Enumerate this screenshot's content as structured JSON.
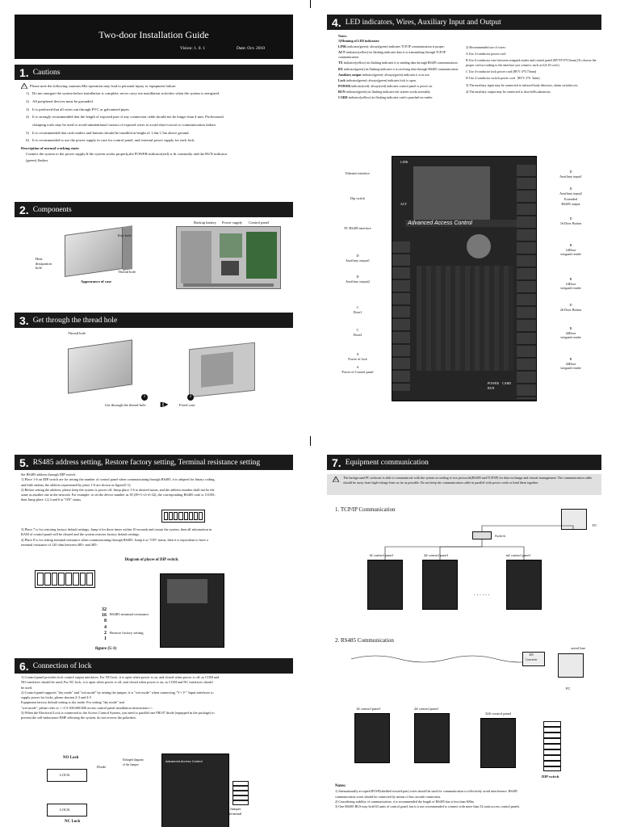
{
  "title_block": {
    "title": "Two-door Installation Guide",
    "version": "Vision: 1. 0. 1",
    "date": "Date: Oct. 2010"
  },
  "s1": {
    "num": "1.",
    "heading": "Cautions",
    "intro": "Please note the following cautions.Mis-operation may lead to personal injury or equipment failure:",
    "items": [
      {
        "n": "1)",
        "t": "Do not energize the system before installation is complete; never carry out installation activities when the system is energized."
      },
      {
        "n": "2)",
        "t": "All peripheral devices must be grounded."
      },
      {
        "n": "3)",
        "t": "It is preferred that all wires run through PVC or galvanized pipes."
      },
      {
        "n": "4)",
        "t": "It is strongly recommended that the length of exposed part of any connection cable should not be longer than 4 mm. Professional"
      },
      {
        "n": "",
        "t": "clamping tools may be used to avoid unintentional contact of exposed wires to avoid short-circuit or communication failure."
      },
      {
        "n": "5)",
        "t": "It is recommended that card readers and buttons should be installed at height of 1.4m-1.5m above ground."
      },
      {
        "n": "6)",
        "t": "It is recommended to use the power supply in case for control panel, and external power supply for each lock."
      }
    ],
    "desc_title": "Description of normal working state:",
    "desc_1": "Connect the system to the power supply.If the system works properly,the POWER indicator(red) is lit constantly and the RUN indicator",
    "desc_2": "(green) flashes."
  },
  "s2": {
    "num": "2.",
    "heading": "Components",
    "key_hole": "Key hole",
    "heat_hole": "Heat\ndissipation\nhole",
    "thread_hole": "Thread hole",
    "appearance": "Appearance of case",
    "backup_battery": "Backup battery",
    "power_supply": "Power supply",
    "control_panel": "Control panel"
  },
  "s3": {
    "num": "3.",
    "heading": "Get through the thread hole",
    "thread_hole": "Thread hole",
    "step1": "Get through the thread hole",
    "step2": "Fixed case",
    "n1": "1",
    "n2": "2"
  },
  "s4": {
    "num": "4.",
    "heading": "LED indicators, Wires, Auxiliary Input and Output",
    "notes": "Notes:",
    "left": [
      {
        "h": "1)Meaning of LED indicators:",
        "t": ""
      },
      {
        "h": "LINK",
        "t": " indicator(green): always(green) indicates TCP/IP communication is proper;"
      },
      {
        "h": "ACT",
        "t": " indicator(yellow):its flashing indicates data is is transmitting through TCP/IP communication."
      },
      {
        "h": "TX",
        "t": " indicator(yellow):its flashing indicates it is sending data through RS485 communication."
      },
      {
        "h": "RX",
        "t": " indicator(green):its flashing indicates it is receiving data through RS485 communication."
      },
      {
        "h": "Auxiliary output",
        "t": " indicator(green): always(green) indicates it is in use."
      },
      {
        "h": "Lock",
        "t": " indicator(green): always(green) indicates lock is open."
      },
      {
        "h": "POWER",
        "t": " indicator(red): always(red) indicates control panel is power on."
      },
      {
        "h": "RUN",
        "t": " indicator(green):its flashing indicates the system works normally."
      },
      {
        "h": "CARD",
        "t": " indicator(yellow):its flashing indicates card is punched on reader."
      }
    ],
    "right": [
      "2) Recommended use of wires:",
      "A Use 2-conductor power cord",
      "B Use 6-conductor wire between wiegand reader and control panel (RVVP 6*0.5mm) (To choose the proper cord according to the interface you connect, such as 6,8,10 cord.)",
      "C Use 4-conductor lock power cord (RVV 4*0.75mm)",
      "D Use 2-conductor switch power cord（RVV 2*0. 5mm)",
      "3) The auxiliary input may be connected to infrared body detectors, alarm switches,etc.",
      "4) The auxiliary output may be connected to door bells,alarms,etc."
    ],
    "board_brand": "Advanced Access Control",
    "link": "LINK",
    "act": "ACT",
    "power": "POWER",
    "run": "RUN",
    "card": "CARD",
    "left_labels": [
      "Ethernet interface",
      "Dip switch",
      "PC RS485 interface",
      "D\nAuxiliary output1",
      "D\nAuxiliary output2",
      "C\nDoor1",
      "C\nDoor2",
      "A\nPower of lock",
      "A\nPower of Control panel"
    ],
    "right_labels": [
      "D\nAuxiliary input1",
      "D\nAuxiliary input2",
      "Extended\nRS485 output",
      "D\n1# Door Button",
      "B\n1#Door\nwiegand reader",
      "B\n1#Door\nwiegand reader",
      "D\n2# Door Button",
      "B\n2#Door\nwiegand reader",
      "B\n2#Door\nwiegand reader"
    ]
  },
  "s5": {
    "num": "5.",
    "heading": "RS485 address setting, Restore factory setting, Terminal resistance setting",
    "lines": [
      "Set RS485 address through DIP switch:",
      "1) Place 1-6 on DIP switch are for setting the number of control panel when communicating through RS485, it is adopted for binary coding,",
      "and little endian, the address represented by place 1-6 are shown as figure(5-1).",
      "2) Before setting the address, please keep the system is power off, Jump place 1-6 to desired status, and the address number shall not be the",
      "same as another one in the network. For example: to set the device number as 39 (39=1+2+4+32), the corresponding RS485 code is 111001,",
      "then Jump place 1,2,3 and 6 at \"ON\" status."
    ],
    "lines2": [
      "3) Place 7 is for restoring factory default settings, Jump it for three times within 10 seconds and restart the system, then all information in",
      "RAM of control panel will be cleared and the system restores factory default settings.",
      "4) Place 8 is for setting terminal resistance when communicating through RS485. Jump it at \"ON\" status, then it is equivalent to have a",
      "terminal resistance of 120 ohm between 485+ and 485-."
    ],
    "diagram_title": "Diagram of places of DIP switch.",
    "weights": [
      "32",
      "16",
      "8",
      "4",
      "2",
      "1"
    ],
    "rs485_term": "RS485 terminal resistance",
    "restore": "Restore factory setting",
    "figure": "figure (5-1)"
  },
  "s6": {
    "num": "6.",
    "heading": "Connection of lock",
    "lines": [
      "1) Control panel provides lock control output interfaces. For NO lock ,it is open when power is on, and closed when power is off, as COM and",
      "NO interfaces should be used; For NC lock, it is open when power is off, and closed when power is on, as COM and NC interfaces should",
      "be used.",
      "2) Control panel supports \"dry mode\" and \"wet mode\" by setting the jumper, it is \"wet mode\" when connecting \"V+ V-\" Input interfaces to",
      "supply power for locks, please shorten 2-3 and 4-5",
      "Equipment factory default setting is dry mode. For setting \"dry mode\" and",
      "\"wet mode\",  please refer to <<C3-100/200/400 access control panel installation instructions>>.",
      "3) When the Electrical Lock is connected to the Access Control System, you need to parallel one FR107 diode (equipped in the package) to",
      "prevent the self-inductance EMF affecting the system, do not reverse the polarities."
    ],
    "no_lock": "NO Lock",
    "lock": "LOCK",
    "lock2": "LOCK",
    "nc_lock": "NC Lock",
    "diode": "Diode",
    "enlarged": "Enlarged diagram\nof the Jumper",
    "jumper": "Jumper\nterminal",
    "board_brand": "Advanced Access Control"
  },
  "s7": {
    "num": "7.",
    "heading": "Equipment communication",
    "warning": "The background PC software is able to communicate with the system according to two protocols(RS485 and TCP/IP) for data exchange and remote management. The communication cable should be away from high-voltage lines as far as possible. Do not keep the communication cable in parallel with power cords or bind them together.",
    "tcp_title": "1. TCP/IP Communication",
    "pc": "PC",
    "switch": "Switch",
    "panel1": "1# control panel",
    "panel2": "2# control panel",
    "paneln": "n# control panel",
    "dots": ". . . . . .",
    "rs485_title": "2. RS485 Communication",
    "serial_line": "serial line",
    "converter": "485\nConverter",
    "pc2": "PC",
    "rs_panel1": "1# control panel",
    "rs_panel2": "2# control panel",
    "rs_panel3": "32# control panel",
    "dip_switch": "DIP switch",
    "notes": "Notes:",
    "note_lines": [
      "1) Internationally accepted RVSP(shielded twisted-pair) wires should be used for communication to effectively avoid interference. RS485",
      "communication wires should be connected by means of bus cascade connection.",
      "2) Considering stability of communication, it is recommended the length of RS485 bus is less than 600m",
      "3) One RS485 BUS may hold 63 units of control panel, but it is not recommended to connect with more than 32 units access control panels."
    ]
  }
}
